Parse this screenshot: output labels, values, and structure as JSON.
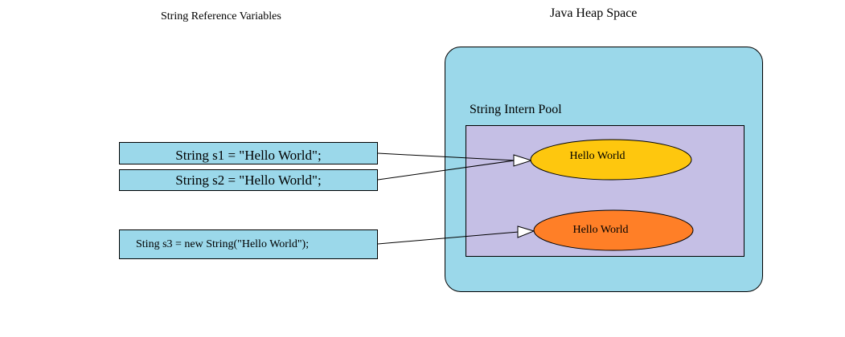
{
  "titles": {
    "left": "String Reference Variables",
    "right": "Java Heap Space"
  },
  "heap": {
    "pool_label": "String Intern Pool",
    "objects": [
      {
        "label": "Hello World",
        "color": "#fec70e",
        "kind": "interned"
      },
      {
        "label": "Hello World",
        "color": "#ff7f27",
        "kind": "new"
      }
    ]
  },
  "variables": [
    {
      "code": "String s1 = \"Hello World\";",
      "points_to": 0
    },
    {
      "code": "String s2 = \"Hello World\";",
      "points_to": 0
    },
    {
      "code": "Sting s3 = new String(\"Hello World\");",
      "points_to": 1
    }
  ],
  "colors": {
    "box_fill": "#9bd8ea",
    "pool_fill": "#c5bfe5",
    "arrow_head": "#ffffff",
    "stroke": "#000000"
  }
}
